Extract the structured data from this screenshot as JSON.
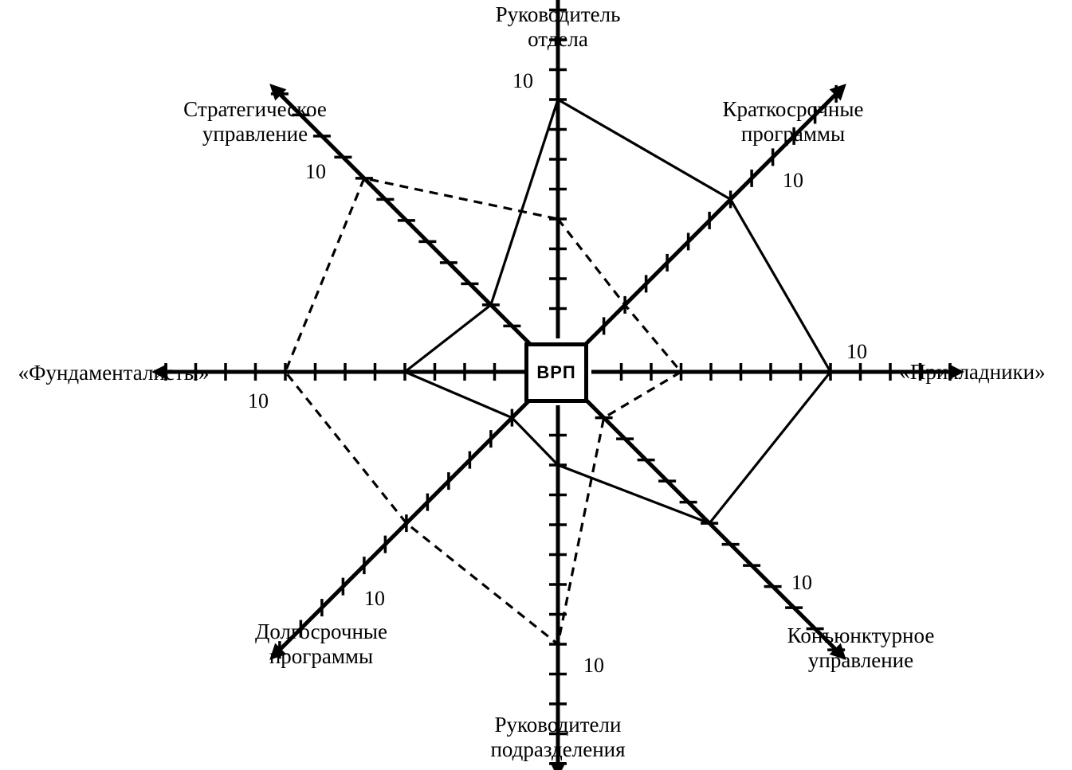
{
  "center_label": "ВРП",
  "axes": [
    {
      "id": "top",
      "label_lines": [
        "Руководитель",
        "отдела"
      ],
      "max_label": "10"
    },
    {
      "id": "top-right",
      "label_lines": [
        "Краткосрочные",
        "программы"
      ],
      "max_label": "10"
    },
    {
      "id": "right",
      "label_lines": [
        "«Прикладники»"
      ],
      "max_label": "10"
    },
    {
      "id": "bottom-right",
      "label_lines": [
        "Конъюнктурное",
        "управление"
      ],
      "max_label": "10"
    },
    {
      "id": "bottom",
      "label_lines": [
        "Руководители",
        "подразделения"
      ],
      "max_label": "10"
    },
    {
      "id": "bottom-left",
      "label_lines": [
        "Долгосрочные",
        "программы"
      ],
      "max_label": "10"
    },
    {
      "id": "left",
      "label_lines": [
        "«Фундаменталисты»"
      ],
      "max_label": "10"
    },
    {
      "id": "top-left",
      "label_lines": [
        "Стратегическое",
        "управление"
      ],
      "max_label": "10"
    }
  ],
  "chart_data": {
    "type": "radar",
    "axis_order": [
      "top",
      "top-right",
      "right",
      "bottom-right",
      "bottom",
      "bottom-left",
      "left",
      "top-left"
    ],
    "scale_max": 10,
    "series": [
      {
        "style": "solid",
        "values": [
          8,
          7,
          8,
          6,
          2,
          1,
          4,
          2
        ]
      },
      {
        "style": "dashed",
        "values": [
          4,
          2,
          3,
          1,
          8,
          6,
          8,
          8
        ]
      }
    ]
  }
}
